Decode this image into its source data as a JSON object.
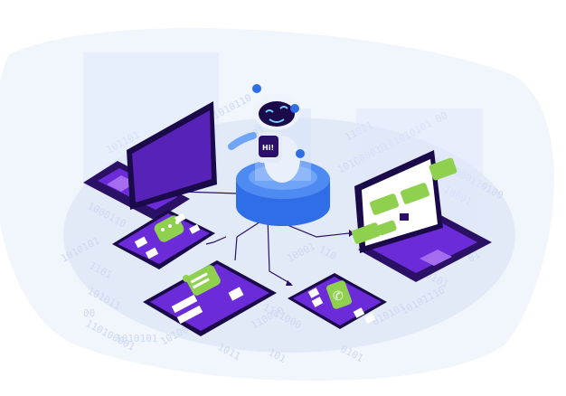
{
  "robot": {
    "greeting": "Hi!"
  },
  "binary_strings": [
    "1010110",
    "0101",
    "11011",
    "0101010101",
    "00",
    "101000010",
    "101101",
    "1011000110100",
    "10001",
    "1000110",
    "1010101",
    "1101",
    "101011",
    "01000",
    "00",
    "110100001",
    "1010101",
    "101000",
    "1011",
    "110000",
    "1111000",
    "101",
    "10001",
    "110",
    "0101",
    "010101",
    "10101110",
    "0101",
    "01"
  ],
  "colors": {
    "purple_dark": "#2b1166",
    "purple": "#6b2bd9",
    "blue": "#2f6ee6",
    "green": "#8fd14f",
    "platform": "#e5ecf8"
  }
}
